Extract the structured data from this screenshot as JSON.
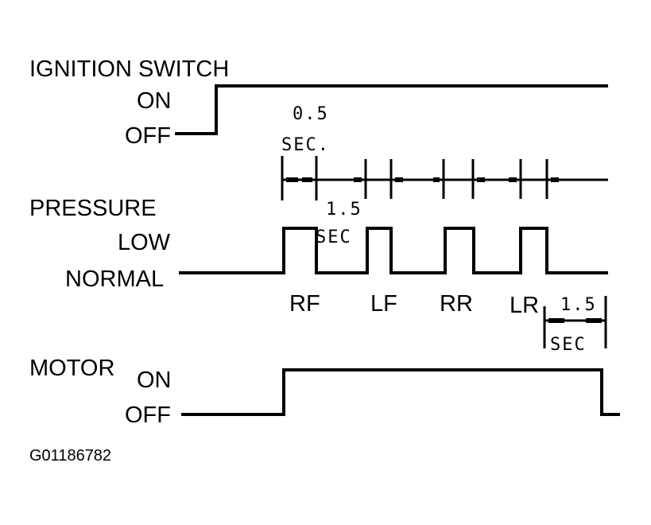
{
  "ignition": {
    "title": "IGNITION SWITCH",
    "on": "ON",
    "off": "OFF"
  },
  "pressure": {
    "title": "PRESSURE",
    "low": "LOW",
    "normal": "NORMAL"
  },
  "motor": {
    "title": "MOTOR",
    "on": "ON",
    "off": "OFF"
  },
  "timing": {
    "pulse_width_top": "0.5",
    "pulse_width_bottom": "SEC.",
    "gap_top": "1.5",
    "gap_bottom": "SEC",
    "delay_top": "1.5",
    "delay_bottom": "SEC"
  },
  "wheels": [
    "RF",
    "LF",
    "RR",
    "LR"
  ],
  "figure_code": "G01186782"
}
